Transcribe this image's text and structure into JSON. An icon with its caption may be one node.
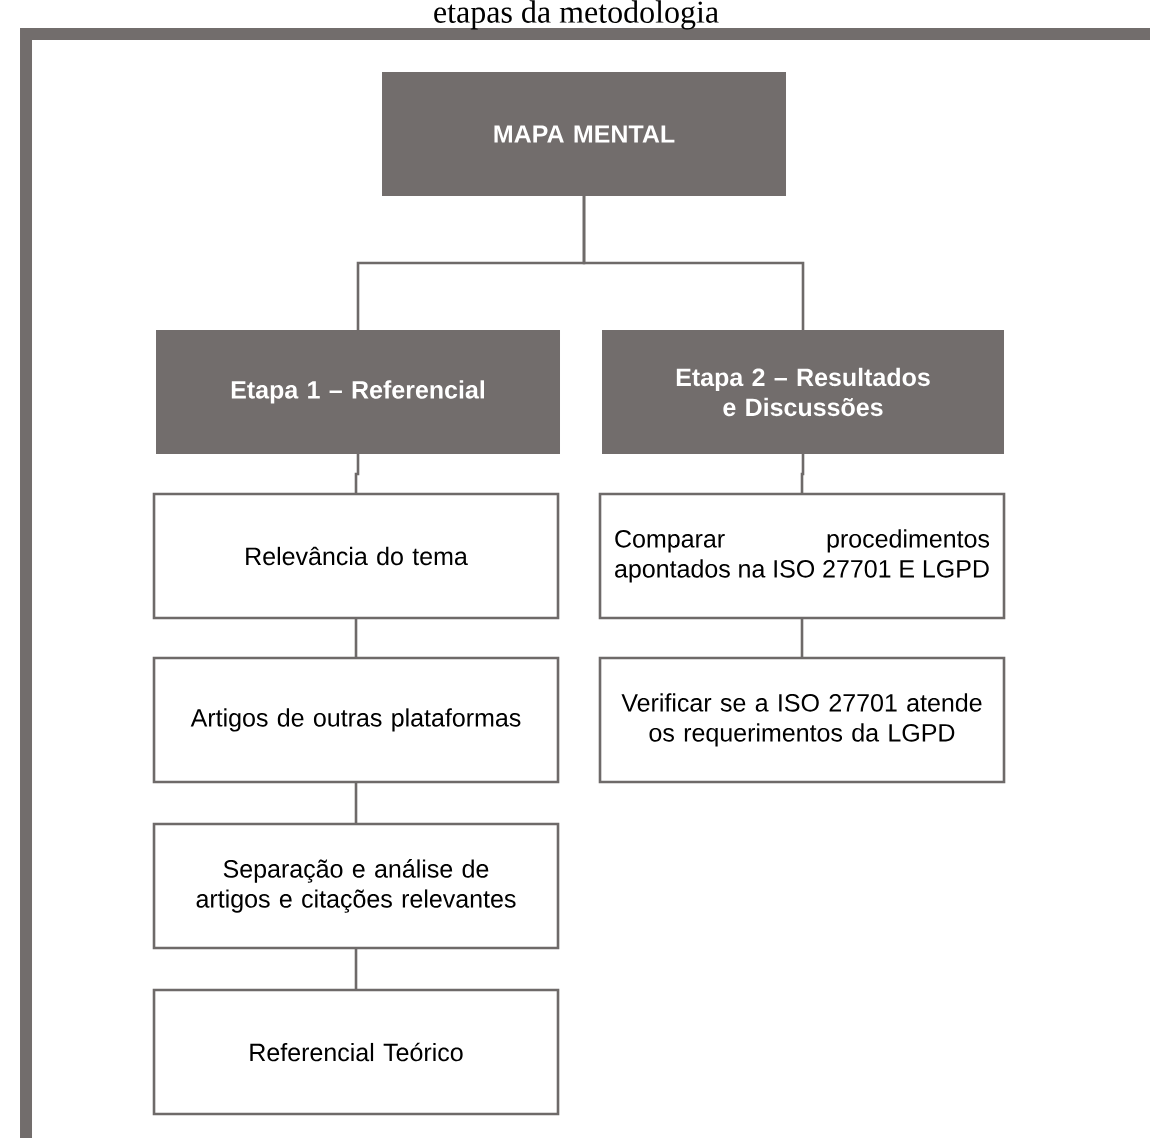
{
  "diagram": {
    "title": "etapas da metodologia",
    "nodes": [
      {
        "text": [
          "MAPA MENTAL"
        ]
      },
      {
        "text": [
          "Etapa 1 – Referencial"
        ]
      },
      {
        "text": [
          "Etapa 2 – Resultados e Discussões"
        ]
      },
      {
        "text": [
          "Relevância do tema"
        ]
      },
      {
        "text": [
          "Artigos de outras plataformas"
        ]
      },
      {
        "text": [
          "Separação e análise de artigos e citações relevantes"
        ]
      },
      {
        "text": [
          "Referencial Teórico"
        ]
      },
      {
        "text": [
          "Comparar procedimentos apontados na ISO 27701 E LGPD"
        ]
      },
      {
        "text": [
          "Verificar se a ISO 27701 atende os requerimentos da LGPD"
        ]
      }
    ],
    "edges": [
      {
        "from": 0,
        "to": 1,
        "arrow": "none"
      },
      {
        "from": 0,
        "to": 2,
        "arrow": "none"
      },
      {
        "from": 1,
        "to": 3,
        "arrow": "none"
      },
      {
        "from": 3,
        "to": 4,
        "arrow": "none"
      },
      {
        "from": 4,
        "to": 5,
        "arrow": "none"
      },
      {
        "from": 5,
        "to": 6,
        "arrow": "none"
      },
      {
        "from": 2,
        "to": 7,
        "arrow": "none"
      },
      {
        "from": 7,
        "to": 8,
        "arrow": "none"
      }
    ]
  }
}
